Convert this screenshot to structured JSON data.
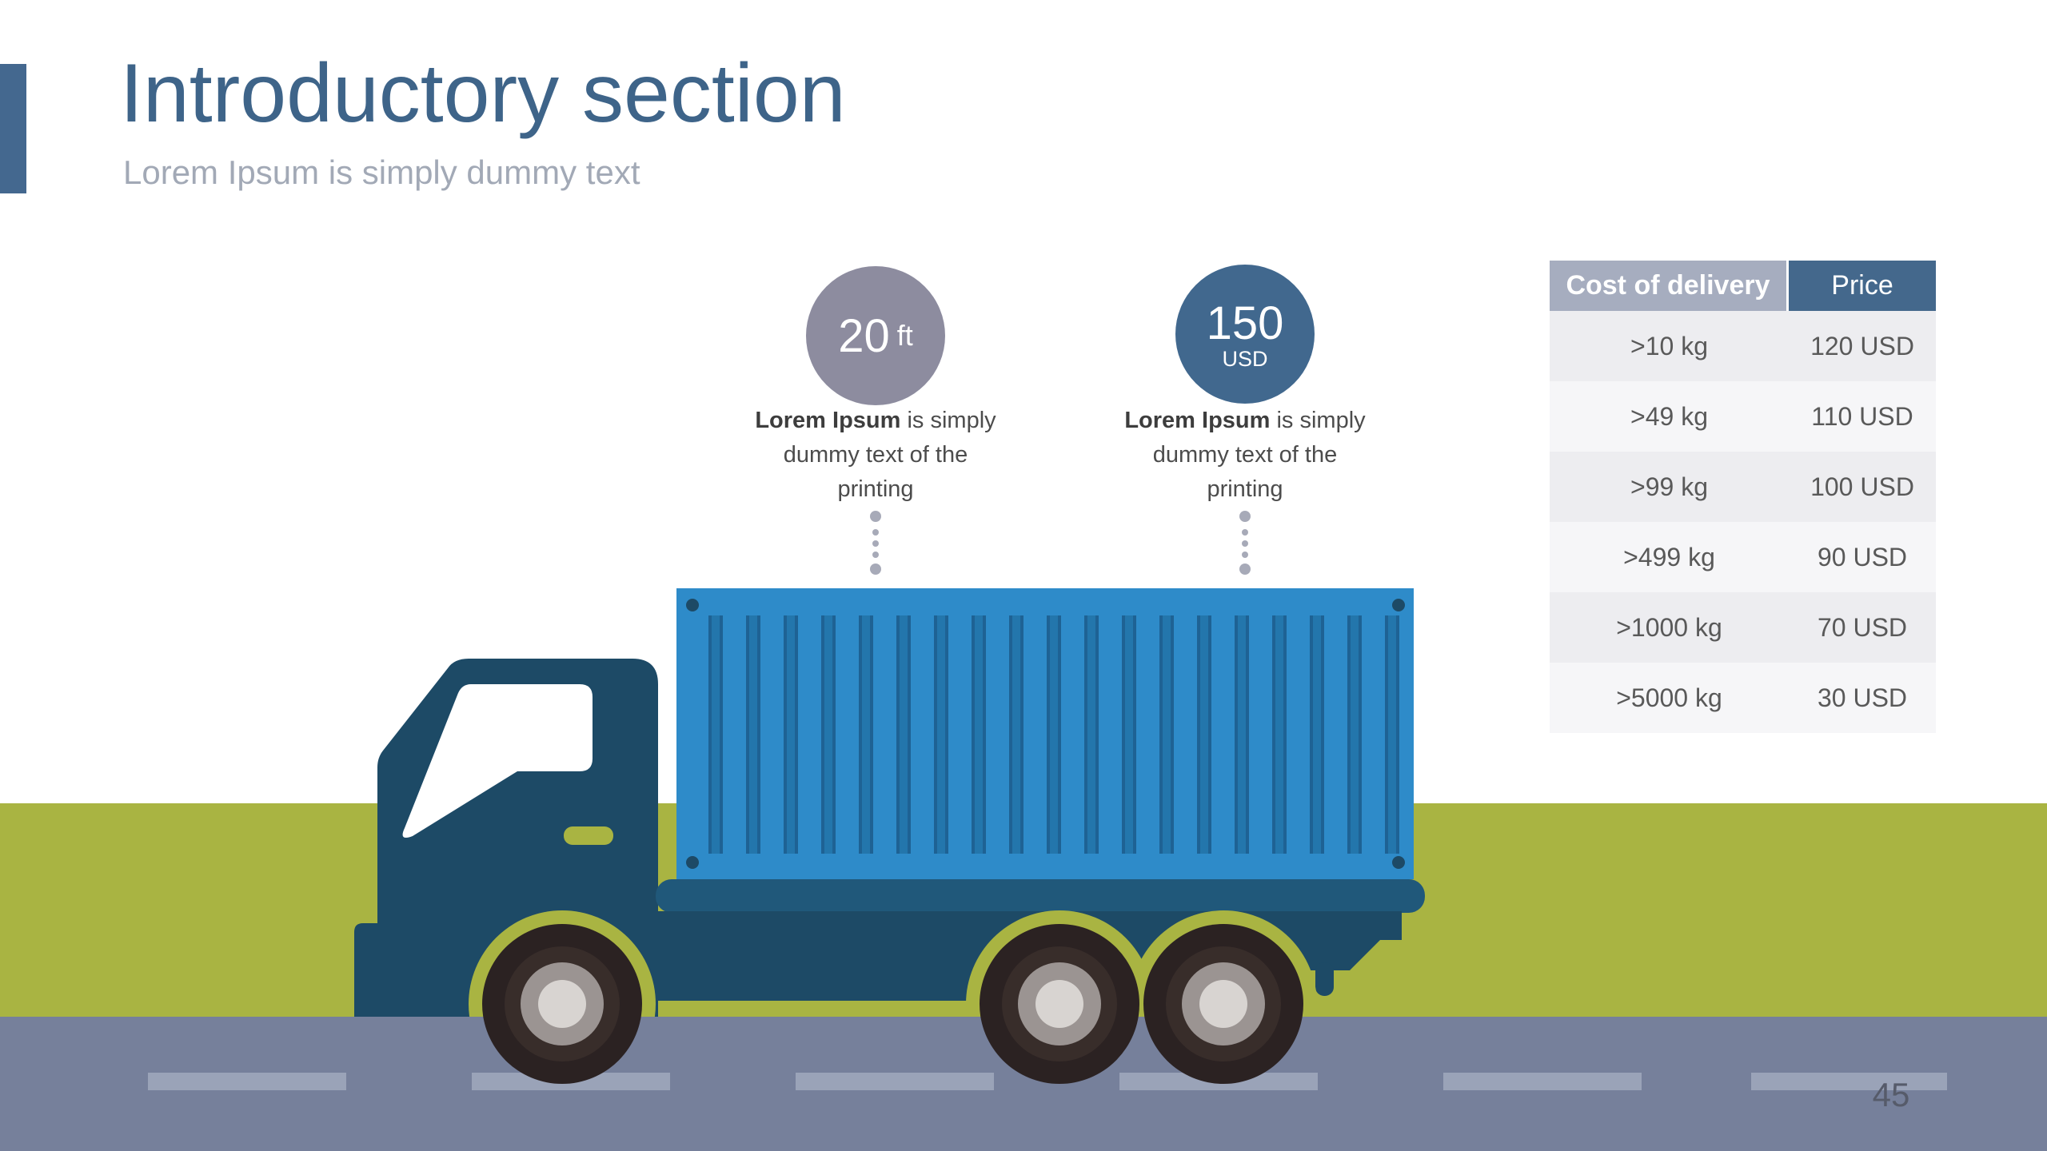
{
  "slide": {
    "title": "Introductory section",
    "subtitle": "Lorem Ipsum is simply dummy text",
    "page_number": "45"
  },
  "callouts": [
    {
      "badge_value": "20",
      "badge_unit": "ft",
      "caption_bold": "Lorem Ipsum",
      "caption_after_bold": " is simply",
      "caption_line2": "dummy text of the",
      "caption_line3": "printing"
    },
    {
      "badge_value": "150",
      "badge_unit": "USD",
      "caption_bold": "Lorem Ipsum",
      "caption_after_bold": " is simply",
      "caption_line2": "dummy text of the",
      "caption_line3": "printing"
    }
  ],
  "table": {
    "headers": [
      {
        "label": "Cost of delivery",
        "bg": "#a6adbf"
      },
      {
        "label": "Price",
        "bg": "#44688c"
      }
    ],
    "rows": [
      [
        ">10 kg",
        "120 USD"
      ],
      [
        ">49 kg",
        "110 USD"
      ],
      [
        ">99 kg",
        "100 USD"
      ],
      [
        ">499 kg",
        "90 USD"
      ],
      [
        ">1000 kg",
        "70 USD"
      ],
      [
        ">5000 kg",
        "30 USD"
      ]
    ]
  },
  "palette": {
    "title_blue": "#3e6489",
    "subtitle_gray": "#a2a9b6",
    "accent_bar": "#44688f",
    "badge_gray": "#8d8c9f",
    "badge_blue": "#41688e",
    "grass": "#a9b442",
    "road": "#76809b",
    "road_dash": "#9aa3b8",
    "navy": "#1d4a66",
    "bed_navy": "#20587a",
    "container_blue": "#2e8bc9",
    "container_groove": "#2376ac",
    "container_groove_dark": "#1e6294",
    "window_white": "#ffffff",
    "tire": "#2b2222",
    "tire_ring": "#382d2a",
    "hub": "#9b9492",
    "hub_light": "#d8d4d1",
    "connector_dot": "#a7aab8",
    "table_row_odd": "#ededf0",
    "table_row_even": "#f6f6f8",
    "table_text": "#595959",
    "page_number_color": "#565b6a"
  }
}
